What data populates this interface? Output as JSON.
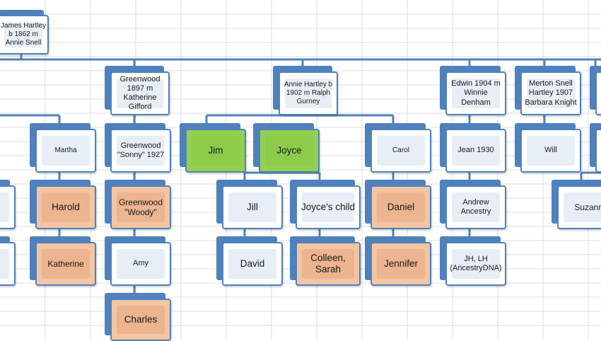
{
  "colors": {
    "connector": "#4f81bd",
    "node_border": "#4f81bd",
    "node_plain": "#e8eef6",
    "node_green": "#92d050",
    "node_orange": "#f3c5a2",
    "gridline": "#dcdcdc"
  },
  "tree": {
    "root": "James Hartley\nb 1862 m\nAnnie Snell",
    "gen1": {
      "greenwood": "Greenwood\n1897 m\nKatherine\nGifford",
      "annie": "Annie  Hartley b\n1902 m Ralph\nGurney",
      "edwin": "Edwin 1904 m\nWinnie\nDenham",
      "merton": "Merton Snell\nHartley 1907\nBarbara Knight"
    },
    "gen2": {
      "martha": "Martha",
      "sonny": "Greenwood\n\"Sonny\" 1927",
      "jim": "Jim",
      "joyce": "Joyce",
      "carol": "Carol",
      "jean": "Jean 1930",
      "will": "Will"
    },
    "gen3": {
      "harold": "Harold",
      "woody": "Greenwood\n\"Woody\"",
      "jill": "Jill",
      "joyces_child": "Joyce's child",
      "daniel": "Daniel",
      "andrew": "Andrew\nAncestry",
      "suzanne": "Suzanne"
    },
    "gen4": {
      "katherine": "Katherine",
      "amy": "Amy",
      "david": "David",
      "colleen": "Colleen,\nSarah",
      "jennifer": "Jennifer",
      "jh_lh": "JH, LH\n(AncestryDNA)"
    },
    "gen5": {
      "charles": "Charles"
    }
  }
}
